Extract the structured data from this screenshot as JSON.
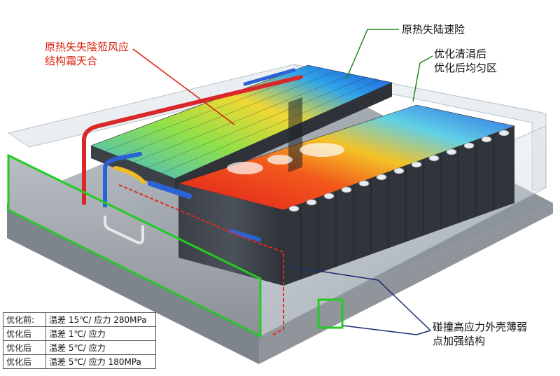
{
  "callouts": {
    "red_line1": "原热失失陰蒞风应",
    "red_line2": "结构霜天合",
    "green_top": "原热失陆速险",
    "green_mid_line1": "优化清涓后",
    "green_mid_line2": "优化后均匀区",
    "navy_line1": "碰撞高应力外壳薄弱",
    "navy_line2": "点加强结构"
  },
  "legend": {
    "rows": [
      {
        "label": "优化前:",
        "value": "温差 15℃/ 应力 280MPa"
      },
      {
        "label": "优化后",
        "value": "温差 1℃/ 应力"
      },
      {
        "label": "优化后",
        "value": "温差 5℃/ 应力"
      },
      {
        "label": "优化后",
        "value": "温差 5℃/ 应力 180MPa"
      }
    ]
  },
  "colors": {
    "callout_red": "#d81e06",
    "callout_green": "#1e8a1e",
    "callout_navy": "#1a2a6e",
    "highlight_green": "#22cc22",
    "hot": "#e8281e",
    "cool": "#1e5ae0"
  }
}
